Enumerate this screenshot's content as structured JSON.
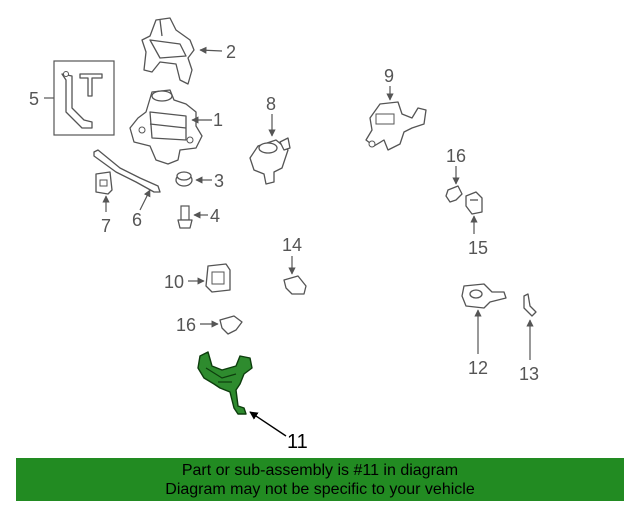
{
  "callouts": {
    "c1": "1",
    "c2": "2",
    "c3": "3",
    "c4": "4",
    "c5": "5",
    "c6": "6",
    "c7": "7",
    "c8": "8",
    "c9": "9",
    "c10": "10",
    "c11": "11",
    "c12": "12",
    "c13": "13",
    "c14": "14",
    "c15": "15",
    "c16a": "16",
    "c16b": "16"
  },
  "banner": {
    "line1": "Part or sub-assembly is #11 in diagram",
    "line2": "Diagram may not be specific to your vehicle"
  },
  "colors": {
    "highlight_part": "#2e8b2e",
    "banner_bg": "#228b22",
    "line_art": "#555555"
  }
}
